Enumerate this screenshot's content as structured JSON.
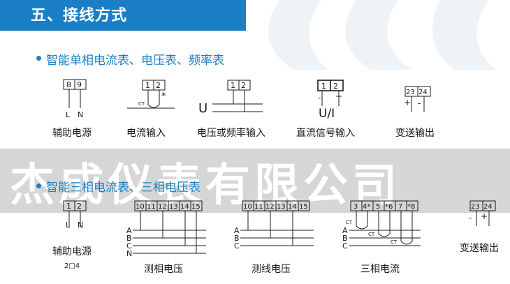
{
  "header": {
    "title": "五、接线方式",
    "bg_color": "#1a7fc4"
  },
  "accent_color": "#1a7fc4",
  "watermark": "杰成仪表有限公司",
  "section1": {
    "title": "智能单相电流表、电压表、频率表",
    "diagrams": [
      {
        "terminals": [
          "8",
          "9"
        ],
        "marks": [
          "L",
          "N"
        ],
        "caption": "辅助电源"
      },
      {
        "terminals": [
          "1",
          "2"
        ],
        "marks": [
          "CT",
          "*"
        ],
        "caption": "电流输入"
      },
      {
        "terminals": [
          "1",
          "2"
        ],
        "marks": [
          "U"
        ],
        "caption": "电压或频率输入"
      },
      {
        "terminals": [
          "1",
          "2"
        ],
        "marks": [
          "-",
          "+",
          "U/I"
        ],
        "caption": "直流信号输入"
      },
      {
        "terminals": [
          "23",
          "24"
        ],
        "marks": [
          "+",
          "-"
        ],
        "caption": "变送输出"
      }
    ]
  },
  "section2": {
    "title": "智能三相电流表、三相电压表",
    "diagrams": [
      {
        "terminals": [
          "1",
          "2"
        ],
        "marks": [
          "L",
          "N"
        ],
        "caption": "辅助电源",
        "note": "2□4"
      },
      {
        "terminals": [
          "10",
          "11",
          "12",
          "13",
          "14",
          "15"
        ],
        "lines": [
          "A",
          "B",
          "C",
          "N"
        ],
        "caption": "测相电压"
      },
      {
        "terminals": [
          "10",
          "11",
          "12",
          "13",
          "14",
          "15"
        ],
        "lines": [
          "A",
          "B",
          "C"
        ],
        "caption": "测线电压"
      },
      {
        "terminals": [
          "3",
          "4*",
          "5",
          "*6",
          "7",
          "*8"
        ],
        "lines": [
          "A",
          "B",
          "C"
        ],
        "marks": [
          "CT",
          "CT",
          "CT"
        ],
        "caption": "三相电流"
      },
      {
        "terminals": [
          "23",
          "24"
        ],
        "marks": [
          "-",
          "+"
        ],
        "caption": "变送输出"
      }
    ]
  }
}
